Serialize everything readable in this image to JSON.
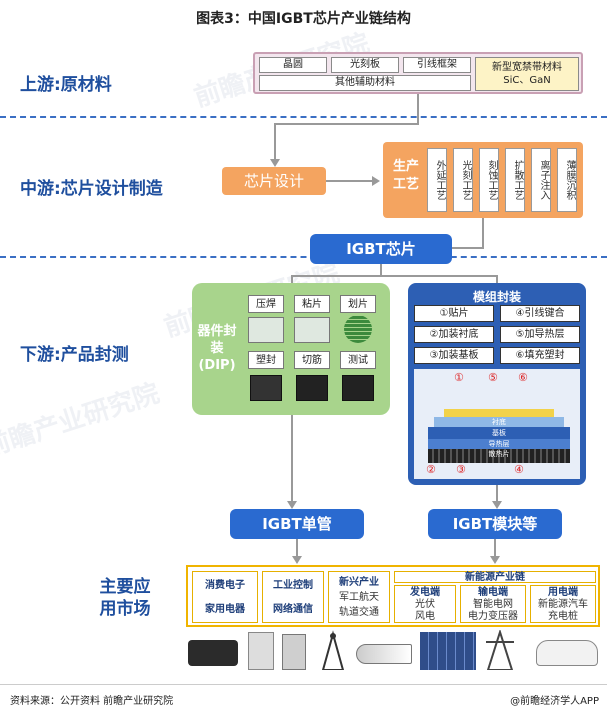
{
  "title": "图表3：中国IGBT芯片产业链结构",
  "sections": {
    "upstream": "上游:原材料",
    "midstream": "中游:芯片设计制造",
    "downstream": "下游:产品封测",
    "market": "主要应用市场"
  },
  "raw_materials": {
    "items": [
      "晶圆",
      "光刻板",
      "引线框架"
    ],
    "other": "其他辅助材料",
    "wide_band": "新型宽禁带材料",
    "wide_band_sub": "SiC、GaN"
  },
  "mid": {
    "design": "芯片设计",
    "process_label": "生产工艺",
    "steps": [
      "外延工艺",
      "光刻工艺",
      "刻蚀工艺",
      "扩散工艺",
      "离子注入",
      "薄膜沉积"
    ]
  },
  "igbt_chip": "IGBT芯片",
  "dip": {
    "label": "器件封装(DIP)",
    "steps": [
      "压焊",
      "粘片",
      "划片",
      "塑封",
      "切筋",
      "测试"
    ]
  },
  "module": {
    "title": "模组封装",
    "steps": [
      "①贴片",
      "④引线键合",
      "②加装衬底",
      "⑤加导热层",
      "③加装基板",
      "⑥填充塑封"
    ],
    "diagram_labels": [
      "衬底",
      "基板",
      "导热层",
      "散热片"
    ],
    "callouts": [
      "①",
      "②",
      "③",
      "④",
      "⑤",
      "⑥"
    ]
  },
  "outputs": {
    "single": "IGBT单管",
    "module": "IGBT模块等"
  },
  "applications": {
    "col1": [
      "消费电子",
      "家用电器"
    ],
    "col2": [
      "工业控制",
      "网络通信"
    ],
    "col3_title": "新兴产业",
    "col3": [
      "军工航天",
      "轨道交通"
    ],
    "new_energy": "新能源产业链",
    "ne_cols": [
      {
        "title": "发电端",
        "items": [
          "光伏",
          "风电"
        ]
      },
      {
        "title": "输电端",
        "items": [
          "智能电网",
          "电力变压器"
        ]
      },
      {
        "title": "用电端",
        "items": [
          "新能源汽车",
          "充电桩"
        ]
      }
    ]
  },
  "footer": {
    "source": "资料来源：公开资料 前瞻产业研究院",
    "brand": "@前瞻经济学人APP"
  },
  "colors": {
    "accent_blue": "#2a6ad0",
    "orange": "#f4a460",
    "green": "#a8d48c",
    "yellow_border": "#f0b400"
  }
}
